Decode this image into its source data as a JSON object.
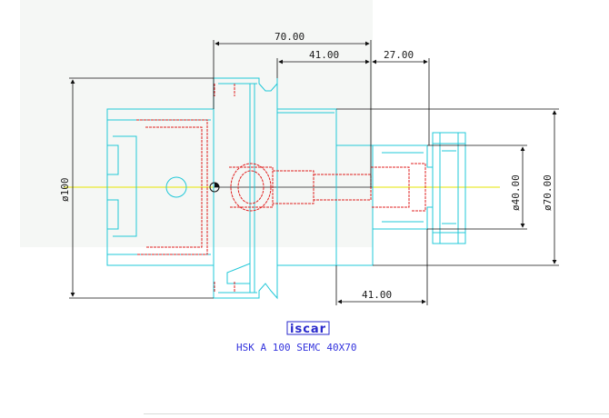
{
  "drawing": {
    "part_title": "HSK A 100 SEMC 40X70",
    "logo": "iscar",
    "colors": {
      "outline": "#22c8d8",
      "hidden": "#e02020",
      "dimension": "#111111",
      "centerline": "#e6e600",
      "title": "#3333dd"
    }
  },
  "dimensions": {
    "length_total": "70.00",
    "length_body": "41.00",
    "length_clamp": "27.00",
    "length_bottom": "41.00",
    "dia_flange": "ø100",
    "dia_bore": "ø40.00",
    "dia_clamp": "ø70.00"
  }
}
